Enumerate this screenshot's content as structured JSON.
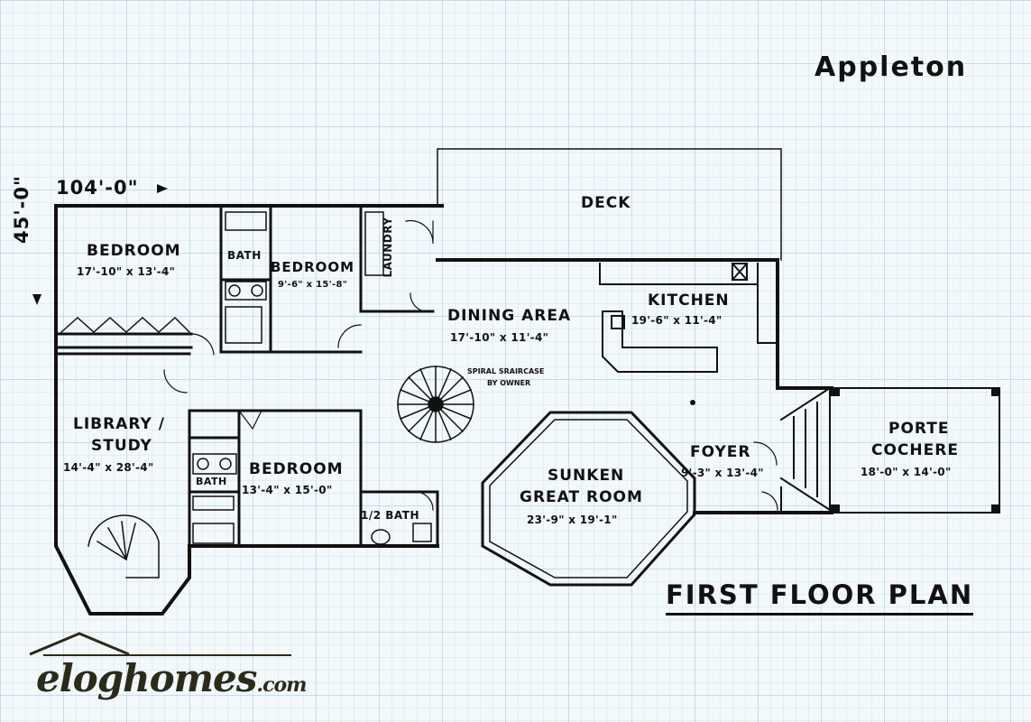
{
  "plan_name": "Appleton",
  "floor_title": "FIRST FLOOR PLAN",
  "overall_width": "104'-0\"",
  "overall_depth": "45'-0\"",
  "rooms": {
    "bedroom1": {
      "name": "BEDROOM",
      "dims": "17'-10\" x 13'-4\""
    },
    "bedroom2": {
      "name": "BEDROOM",
      "dims": "9'-6\" x 15'-8\""
    },
    "bedroom3": {
      "name": "BEDROOM",
      "dims": "13'-4\" x 15'-0\""
    },
    "bath1": {
      "name": "BATH"
    },
    "bath2": {
      "name": "BATH"
    },
    "laundry": {
      "name": "LAUNDRY"
    },
    "deck": {
      "name": "DECK"
    },
    "dining": {
      "name": "DINING AREA",
      "dims": "17'-10\" x 11'-4\""
    },
    "kitchen": {
      "name": "KITCHEN",
      "dims": "19'-6\" x 11'-4\""
    },
    "library_line1": "LIBRARY /",
    "library_line2": "STUDY",
    "library_dims": "14'-4\" x 28'-4\"",
    "spiral_line1": "SPIRAL SRAIRCASE",
    "spiral_line2": "BY OWNER",
    "great_line1": "SUNKEN",
    "great_line2": "GREAT ROOM",
    "great_dims": "23'-9\" x 19'-1\"",
    "half_bath": {
      "name": "1/2 BATH"
    },
    "foyer": {
      "name": "FOYER",
      "dims": "9'-3\" x 13'-4\""
    },
    "porte_line1": "PORTE",
    "porte_line2": "COCHERE",
    "porte_dims": "18'-0\" x 14'-0\""
  },
  "logo": {
    "main": "eloghomes",
    "domain": ".com"
  },
  "colors": {
    "grid_minor": "#cfe3ee",
    "grid_major": "#a9cde0",
    "background": "#f3f8fb",
    "walls": "#111111",
    "logo": "#2b2b1a"
  }
}
